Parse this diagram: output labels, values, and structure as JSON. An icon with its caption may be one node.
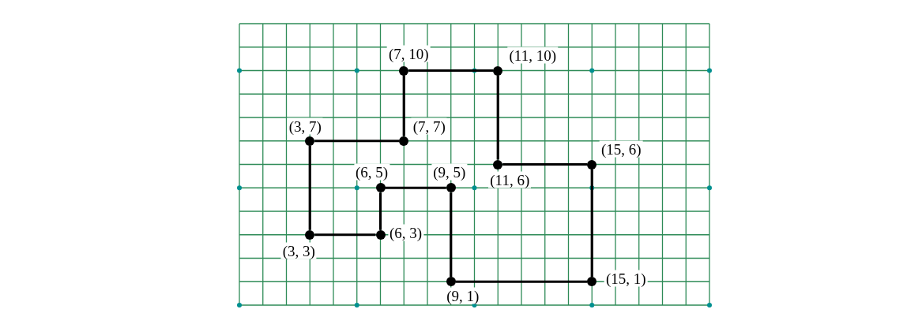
{
  "diagram": {
    "nodes": [
      {
        "text": [],
        "shape": "circle",
        "beside": [
          "(7, 10)"
        ]
      },
      {
        "text": [],
        "shape": "circle",
        "beside": [
          "(11, 10)"
        ]
      },
      {
        "text": [],
        "shape": "circle",
        "beside": [
          "(3, 7)"
        ]
      },
      {
        "text": [],
        "shape": "circle",
        "beside": [
          "(7, 7)"
        ]
      },
      {
        "text": [],
        "shape": "circle",
        "beside": [
          "(15, 6)"
        ]
      },
      {
        "text": [],
        "shape": "circle",
        "beside": [
          "(11, 6)"
        ]
      },
      {
        "text": [],
        "shape": "circle",
        "beside": [
          "(6, 5)"
        ]
      },
      {
        "text": [],
        "shape": "circle",
        "beside": [
          "(9, 5)"
        ]
      },
      {
        "text": [],
        "shape": "circle",
        "beside": [
          "(6, 3)"
        ]
      },
      {
        "text": [],
        "shape": "circle",
        "beside": [
          "(3, 3)"
        ]
      },
      {
        "text": [],
        "shape": "circle",
        "beside": [
          "(15, 1)"
        ]
      },
      {
        "text": [],
        "shape": "circle",
        "beside": [
          "(9, 1)"
        ]
      }
    ],
    "edges": [
      {
        "from": 9,
        "to": 8,
        "arrow": "none"
      },
      {
        "from": 8,
        "to": 6,
        "arrow": "none"
      },
      {
        "from": 6,
        "to": 7,
        "arrow": "none"
      },
      {
        "from": 7,
        "to": 11,
        "arrow": "none"
      },
      {
        "from": 11,
        "to": 10,
        "arrow": "none"
      },
      {
        "from": 10,
        "to": 4,
        "arrow": "none"
      },
      {
        "from": 4,
        "to": 5,
        "arrow": "none"
      },
      {
        "from": 5,
        "to": 1,
        "arrow": "none"
      },
      {
        "from": 1,
        "to": 0,
        "arrow": "none"
      },
      {
        "from": 0,
        "to": 3,
        "arrow": "none"
      },
      {
        "from": 3,
        "to": 2,
        "arrow": "none"
      },
      {
        "from": 2,
        "to": 9,
        "arrow": "none"
      }
    ]
  }
}
